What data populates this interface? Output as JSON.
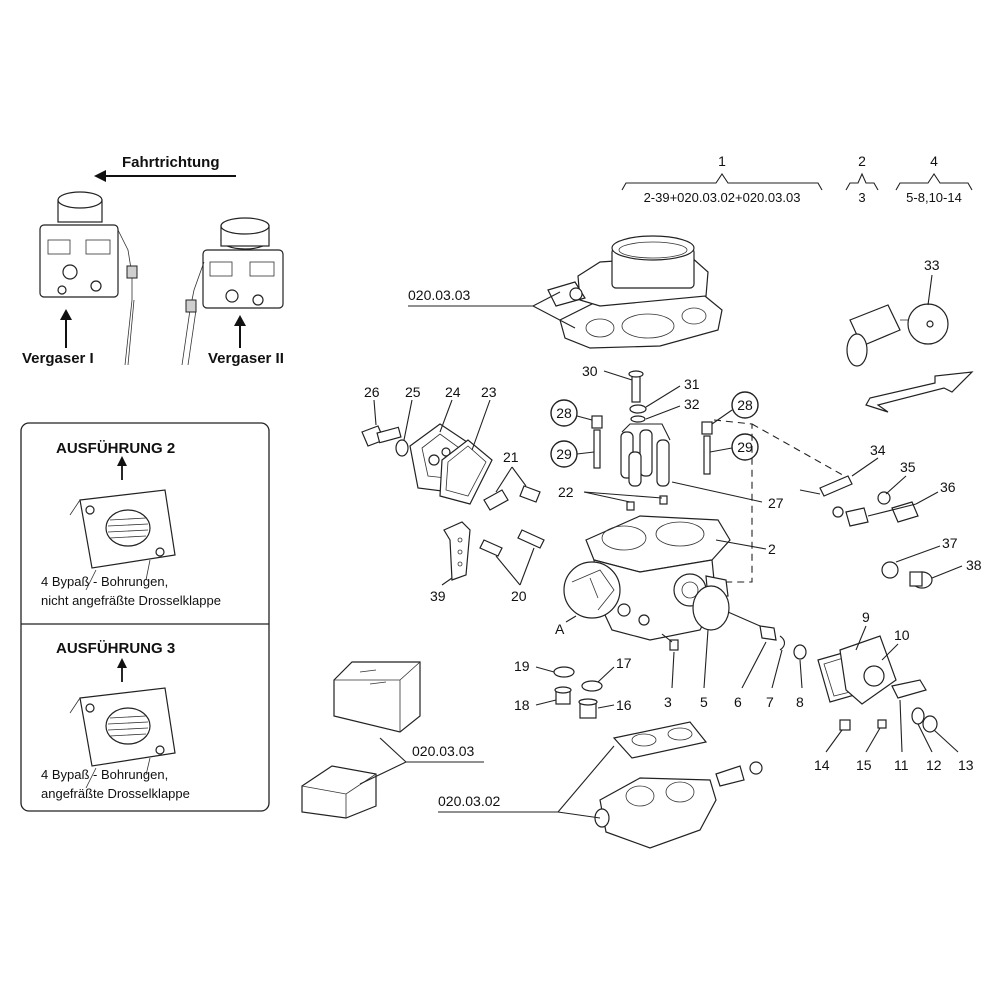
{
  "direction": {
    "label": "Fahrtrichtung"
  },
  "carburetors": [
    {
      "label": "Vergaser I"
    },
    {
      "label": "Vergaser II"
    }
  ],
  "variants": [
    {
      "title": "AUSFÜHRUNG 2",
      "line1": "4 Bypaß - Bohrungen,",
      "line2": "nicht angefräßte Drosselklappe"
    },
    {
      "title": "AUSFÜHRUNG 3",
      "line1": "4 Bypaß - Bohrungen,",
      "line2": "angefräßte Drosselklappe"
    }
  ],
  "groups": [
    {
      "number": "1",
      "range": "2-39+020.03.02+020.03.03"
    },
    {
      "number": "2",
      "range": "3"
    },
    {
      "number": "4",
      "range": "5-8,10-14"
    }
  ],
  "refs": {
    "top_gasket_cover": "020.03.03",
    "kit_boxes": "020.03.03",
    "base_flange": "020.03.02",
    "detail_a": "A"
  },
  "part_numbers": {
    "p2": "2",
    "p3": "3",
    "p5": "5",
    "p6": "6",
    "p7": "7",
    "p8": "8",
    "p9": "9",
    "p10": "10",
    "p11": "11",
    "p12": "12",
    "p13": "13",
    "p14": "14",
    "p15": "15",
    "p16": "16",
    "p17": "17",
    "p18": "18",
    "p19": "19",
    "p20": "20",
    "p21": "21",
    "p22": "22",
    "p23": "23",
    "p24": "24",
    "p25": "25",
    "p26": "26",
    "p27": "27",
    "p28a": "28",
    "p28b": "28",
    "p29a": "29",
    "p29b": "29",
    "p30": "30",
    "p31": "31",
    "p32": "32",
    "p33": "33",
    "p34": "34",
    "p35": "35",
    "p36": "36",
    "p37": "37",
    "p38": "38",
    "p39": "39"
  }
}
